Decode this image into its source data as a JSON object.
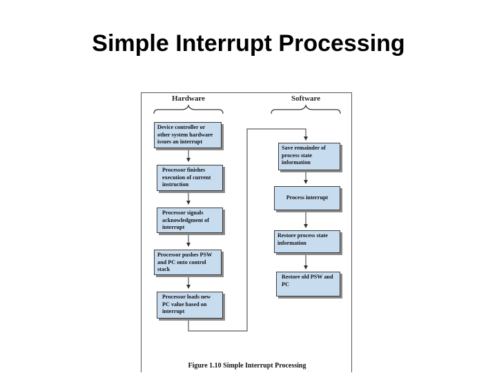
{
  "slide": {
    "title": "Simple Interrupt Processing"
  },
  "figure": {
    "hardware_label": "Hardware",
    "software_label": "Software",
    "caption": "Figure 1.10   Simple Interrupt Processing",
    "hardware_steps": [
      "Device controller or other system hardware issues an interrupt",
      "Processor finishes execution of current instruction",
      "Processor signals acknowledgment of interrupt",
      "Processor pushes PSW and PC onto control stack",
      "Processor loads new PC value based on interrupt"
    ],
    "software_steps": [
      "Save remainder of process state information",
      "Process interrupt",
      "Restore process state information",
      "Restore old PSW and PC"
    ],
    "colors": {
      "box_fill": "#c8dcef",
      "box_border": "#3a3a3a",
      "shadow": "#8a8a8a"
    }
  }
}
